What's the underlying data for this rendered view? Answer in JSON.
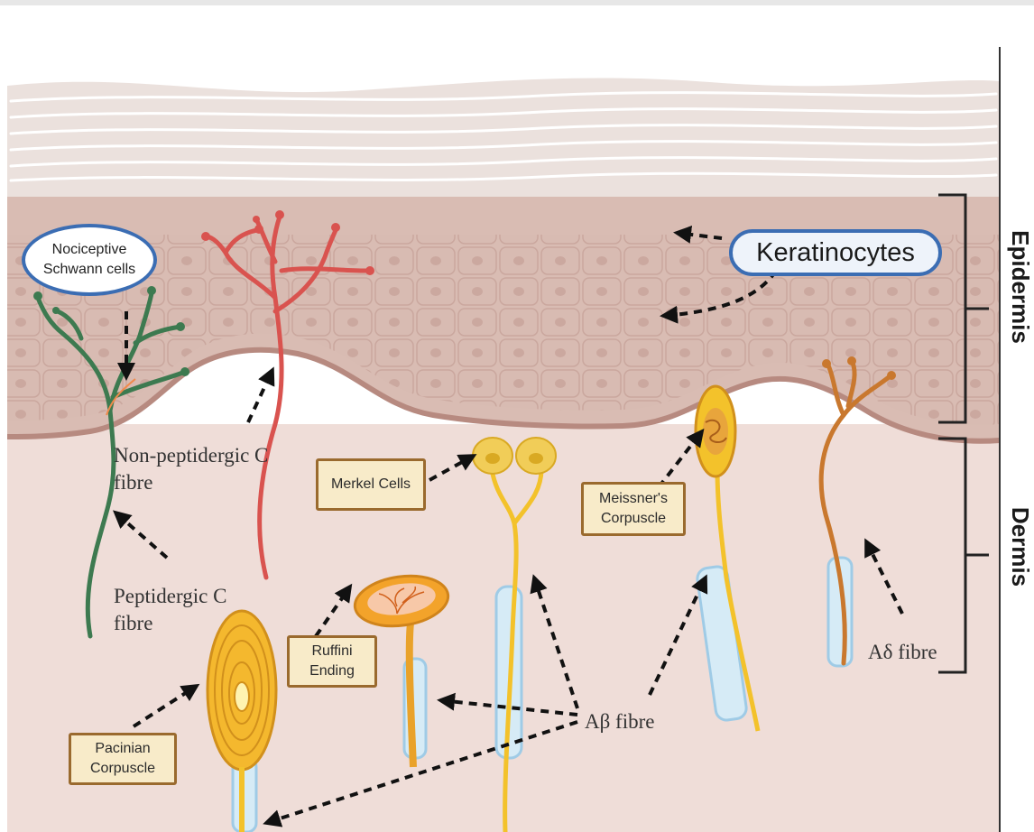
{
  "labels": {
    "nociceptive_schwann": "Nociceptive Schwann cells",
    "keratinocytes": "Keratinocytes",
    "non_peptidergic": "Non-peptidergic C fibre",
    "peptidergic": "Peptidergic C fibre",
    "merkel": "Merkel Cells",
    "meissner": "Meissner's Corpuscle",
    "ruffini": "Ruffini Ending",
    "pacinian": "Pacinian Corpuscle",
    "a_beta": "Aβ fibre",
    "a_delta": "Aδ fibre",
    "epidermis": "Epidermis",
    "dermis": "Dermis"
  },
  "colors": {
    "dermis": "#efddd8",
    "epidermis": "#d9bcb3",
    "stratum_corneum": "#ece2de",
    "green_fibre": "#3d7a50",
    "red_fibre": "#d9534f",
    "yellow_fibre": "#f3c22b",
    "orange_fibre": "#e9a22a",
    "brown_fibre": "#c9782e",
    "label_box_fill": "#f8ebc9",
    "label_box_border": "#9a6a2e",
    "schwann_border": "#3b6db3",
    "myelin": "#9fcbe6"
  }
}
